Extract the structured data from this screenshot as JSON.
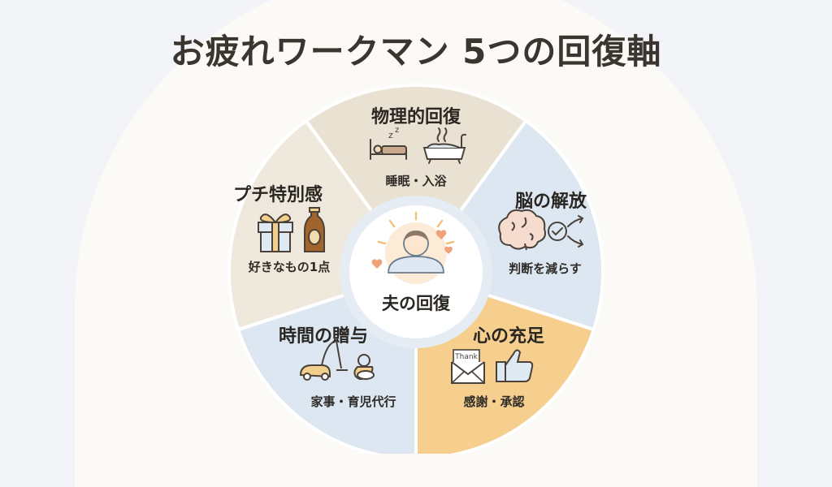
{
  "title": "お疲れワークマン 5つの回復軸",
  "center": {
    "label": "夫の回復",
    "icon": "man-avatar-icon"
  },
  "segments": [
    {
      "id": "physical",
      "title": "物理的回復",
      "sub": "睡眠・入浴",
      "icons": [
        "bed-sleeping-icon",
        "bathtub-icon"
      ],
      "color": "#e9e1d2"
    },
    {
      "id": "brain",
      "title": "脳の解放",
      "sub": "判断を減らす",
      "icons": [
        "brain-icon",
        "checkmark-arrows-icon"
      ],
      "color": "#dce7f1"
    },
    {
      "id": "heart",
      "title": "心の充足",
      "sub": "感謝・承認",
      "icons": [
        "thank-you-envelope-icon",
        "thumbs-up-icon"
      ],
      "color": "#f6cf8f",
      "note_text": "Thank"
    },
    {
      "id": "time",
      "title": "時間の贈与",
      "sub": "家事・育児代行",
      "icons": [
        "vacuum-cleaner-icon",
        "pacifier-icon"
      ],
      "color": "#dce7f1"
    },
    {
      "id": "treat",
      "title": "プチ特別感",
      "sub": "好きなもの1点",
      "icons": [
        "gift-box-icon",
        "beer-bottle-icon"
      ],
      "color": "#efe9dd"
    }
  ]
}
